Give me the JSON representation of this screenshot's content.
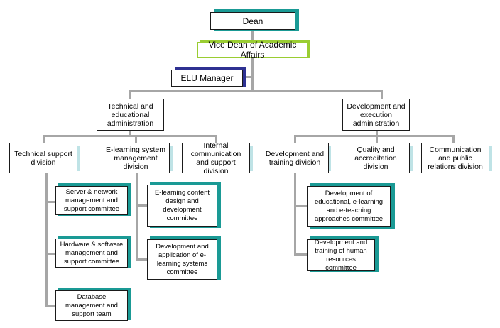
{
  "colors": {
    "connector": "#a6a6a6",
    "border": "#1a1a1a",
    "teal": "#1a9a95",
    "teal_light": "#bfe3e6",
    "lime": "#9acd32",
    "navy": "#2e3192"
  },
  "nodes": [
    {
      "id": "dean",
      "label": "Dean",
      "accent": "teal"
    },
    {
      "id": "vice_dean",
      "label": "Vice Dean of Academic Affairs",
      "accent": "lime"
    },
    {
      "id": "elu",
      "label": "ELU Manager",
      "accent": "navy"
    },
    {
      "id": "tech_admin",
      "label": "Technical and educational administration",
      "accent": "none"
    },
    {
      "id": "dev_admin",
      "label": "Development and execution administration",
      "accent": "none"
    },
    {
      "id": "tech_support",
      "label": "Technical support division",
      "accent": "light"
    },
    {
      "id": "elearning_div",
      "label": "E-learning system management division",
      "accent": "light"
    },
    {
      "id": "internal_comm",
      "label": "Internal communication and support division",
      "accent": "light"
    },
    {
      "id": "dev_training_div",
      "label": "Development and training division",
      "accent": "light"
    },
    {
      "id": "quality_div",
      "label": "Quality and accreditation division",
      "accent": "light"
    },
    {
      "id": "comm_pr_div",
      "label": "Communication and public relations division",
      "accent": "light"
    },
    {
      "id": "server_net",
      "label": "Server & network management and support committee",
      "accent": "teal"
    },
    {
      "id": "hw_sw",
      "label": "Hardware & software management and support committee",
      "accent": "teal"
    },
    {
      "id": "database",
      "label": "Database management and support team",
      "accent": "teal"
    },
    {
      "id": "content",
      "label": "E-learning content design and development committee",
      "accent": "teal"
    },
    {
      "id": "app_dev",
      "label": "Development and application of e-learning systems committee",
      "accent": "teal"
    },
    {
      "id": "approaches",
      "label": "Development of educational, e-learning and e-teaching approaches committee",
      "accent": "teal"
    },
    {
      "id": "hr",
      "label": "Development and training of human resources committee",
      "accent": "teal"
    }
  ],
  "edges": [
    [
      "dean",
      "vice_dean"
    ],
    [
      "vice_dean",
      "elu"
    ],
    [
      "vice_dean",
      "tech_admin"
    ],
    [
      "vice_dean",
      "dev_admin"
    ],
    [
      "tech_admin",
      "tech_support"
    ],
    [
      "tech_admin",
      "elearning_div"
    ],
    [
      "tech_admin",
      "internal_comm"
    ],
    [
      "dev_admin",
      "dev_training_div"
    ],
    [
      "dev_admin",
      "quality_div"
    ],
    [
      "dev_admin",
      "comm_pr_div"
    ],
    [
      "tech_support",
      "server_net"
    ],
    [
      "tech_support",
      "hw_sw"
    ],
    [
      "tech_support",
      "database"
    ],
    [
      "elearning_div",
      "content"
    ],
    [
      "elearning_div",
      "app_dev"
    ],
    [
      "dev_training_div",
      "approaches"
    ],
    [
      "dev_training_div",
      "hr"
    ]
  ]
}
